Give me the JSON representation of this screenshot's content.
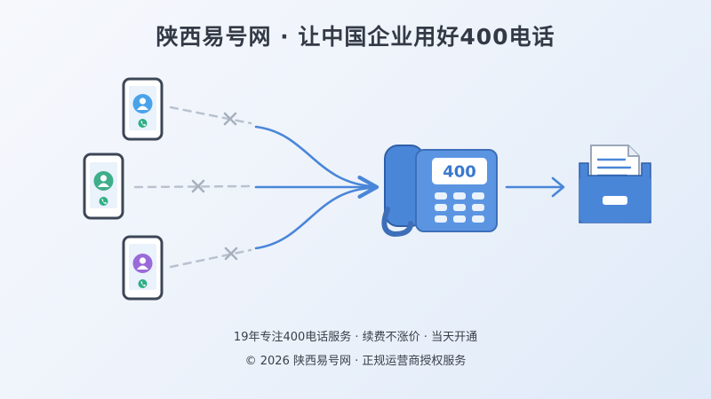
{
  "title": "陕西易号网 · 让中国企业用好400电话",
  "phone_display": "400",
  "footer": {
    "line1": "19年专注400电话服务 · 续费不涨价 · 当天开通",
    "line2": "© 2026 陕西易号网 · 正规运营商授权服务"
  },
  "colors": {
    "accent": "#4a86d8",
    "phone_green": "#2fae84",
    "avatar_blue": "#4aa3e8",
    "avatar_green": "#3fae8a",
    "avatar_purple": "#9a6ad8",
    "dashed_gray": "#b9c2cf"
  },
  "icons": [
    "smartphone-icon",
    "user-icon",
    "phone-call-icon",
    "blocked-x-icon",
    "desk-phone-icon",
    "arrow-right-icon",
    "file-tray-icon"
  ]
}
